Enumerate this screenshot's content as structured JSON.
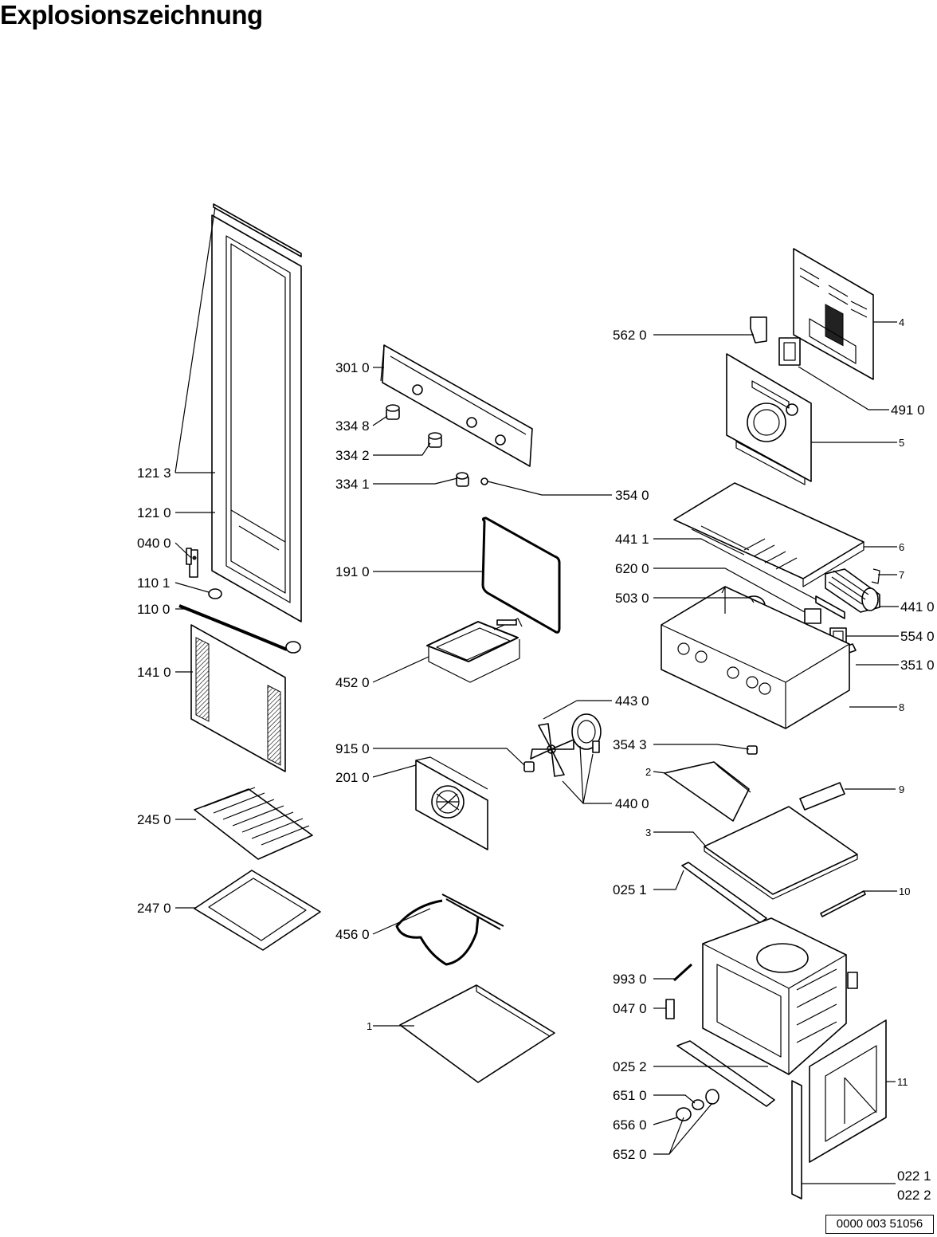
{
  "title": "Explosionszeichnung",
  "document_number": "0000 003 51056",
  "labels": {
    "l3010": "301 0",
    "l3348": "334 8",
    "l3342": "334 2",
    "l3341": "334 1",
    "l3540": "354 0",
    "l1213": "121 3",
    "l1210": "121 0",
    "l0400": "040 0",
    "l1101": "110 1",
    "l1100": "110 0",
    "l1410": "141 0",
    "l1910": "191 0",
    "l4520": "452 0",
    "l9150": "915 0",
    "l2010": "201 0",
    "l2450": "245 0",
    "l2470": "247 0",
    "l4560": "456 0",
    "l1": "1",
    "l5620": "562 0",
    "l4": "4",
    "l4910": "491 0",
    "l5": "5",
    "l4411": "441 1",
    "l6": "6",
    "l6200": "620 0",
    "l7": "7",
    "l5030": "503 0",
    "l4410": "441 0",
    "l5540": "554 0",
    "l3510": "351 0",
    "l8": "8",
    "l4430": "443 0",
    "l3543": "354 3",
    "l2": "2",
    "l4400": "440 0",
    "l9": "9",
    "l3": "3",
    "l0251": "025 1",
    "l10": "10",
    "l9930": "993 0",
    "l0470": "047 0",
    "l0252": "025 2",
    "l11": "11",
    "l6510": "651 0",
    "l6560": "656 0",
    "l6520": "652 0",
    "l0221": "022 1",
    "l0222": "022 2"
  }
}
